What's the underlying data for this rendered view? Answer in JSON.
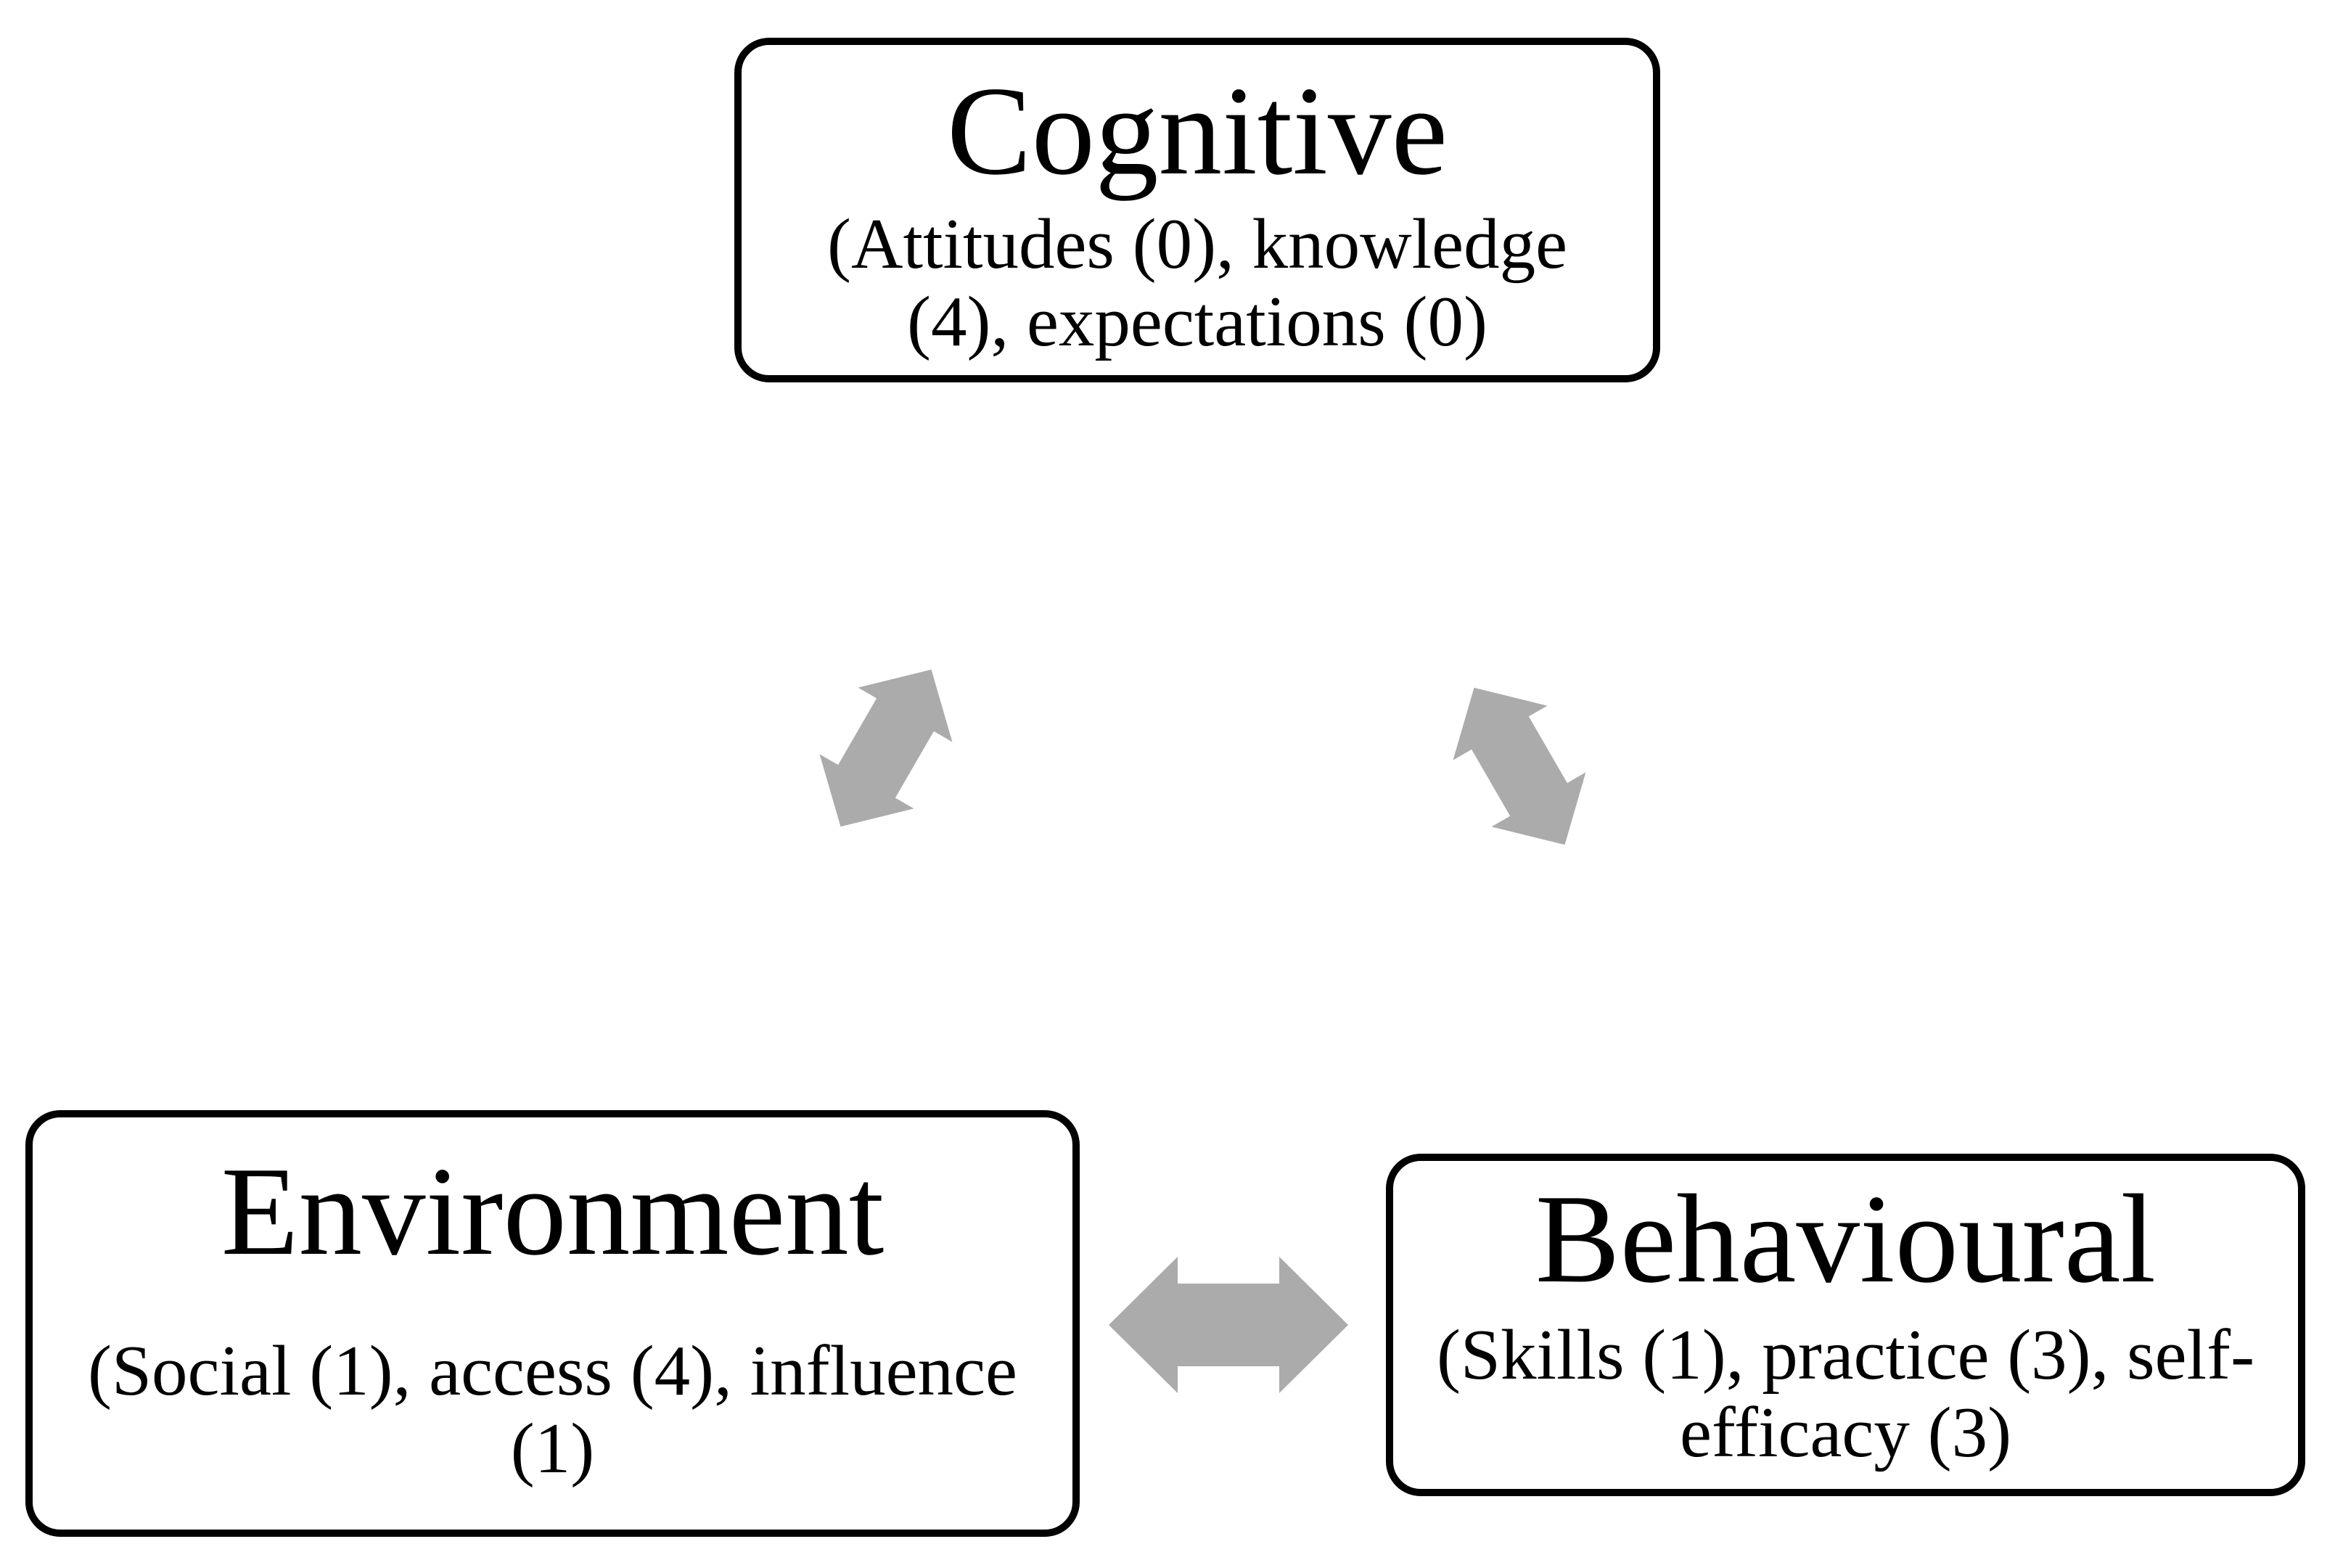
{
  "diagram": {
    "nodes": {
      "cognitive": {
        "title": "Cognitive",
        "subtitle": "(Attitudes (0), knowledge\n(4), expectations (0)"
      },
      "environment": {
        "title": "Environment",
        "subtitle": "(Social (1), access (4), influence\n(1)"
      },
      "behavioural": {
        "title": "Behavioural",
        "subtitle": "(Skills (1), practice (3), self-\nefficacy (3)"
      }
    },
    "edges": [
      {
        "from": "Cognitive",
        "to": "Environment",
        "type": "bidirectional"
      },
      {
        "from": "Cognitive",
        "to": "Behavioural",
        "type": "bidirectional"
      },
      {
        "from": "Environment",
        "to": "Behavioural",
        "type": "bidirectional"
      }
    ],
    "colors": {
      "arrow": "#ABABAB",
      "box_border": "#000000",
      "text": "#000000",
      "background": "#FFFFFF"
    }
  }
}
